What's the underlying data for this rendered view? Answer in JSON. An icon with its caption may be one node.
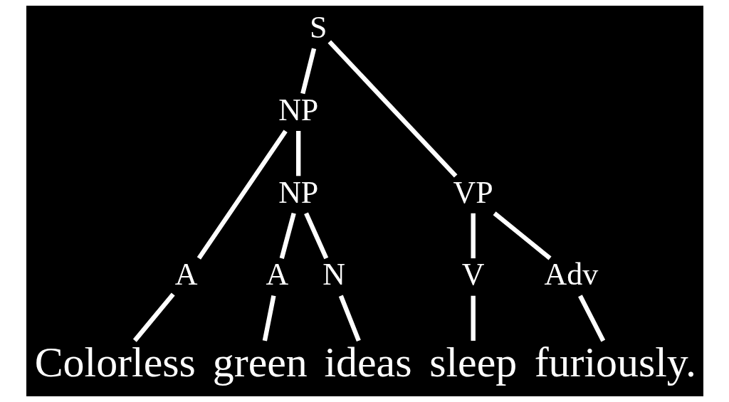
{
  "diagram": {
    "nodes": [
      {
        "text": [
          "S"
        ]
      },
      {
        "text": [
          "NP"
        ]
      },
      {
        "text": [
          "NP"
        ]
      },
      {
        "text": [
          "VP"
        ]
      },
      {
        "text": [
          "A"
        ]
      },
      {
        "text": [
          "A"
        ]
      },
      {
        "text": [
          "N"
        ]
      },
      {
        "text": [
          "V"
        ]
      },
      {
        "text": [
          "Adv"
        ]
      },
      {
        "text": [
          "Colorless"
        ]
      },
      {
        "text": [
          "green"
        ]
      },
      {
        "text": [
          "ideas"
        ]
      },
      {
        "text": [
          "sleep"
        ]
      },
      {
        "text": [
          "furiously."
        ]
      }
    ],
    "edges": [
      {
        "from": 0,
        "to": 1,
        "arrow": "none"
      },
      {
        "from": 0,
        "to": 3,
        "arrow": "none"
      },
      {
        "from": 1,
        "to": 4,
        "arrow": "none"
      },
      {
        "from": 1,
        "to": 2,
        "arrow": "none"
      },
      {
        "from": 2,
        "to": 5,
        "arrow": "none"
      },
      {
        "from": 2,
        "to": 6,
        "arrow": "none"
      },
      {
        "from": 3,
        "to": 7,
        "arrow": "none"
      },
      {
        "from": 3,
        "to": 8,
        "arrow": "none"
      },
      {
        "from": 4,
        "to": 9,
        "arrow": "none"
      },
      {
        "from": 5,
        "to": 10,
        "arrow": "none"
      },
      {
        "from": 6,
        "to": 11,
        "arrow": "none"
      },
      {
        "from": 7,
        "to": 12,
        "arrow": "none"
      },
      {
        "from": 8,
        "to": 13,
        "arrow": "none"
      }
    ]
  }
}
